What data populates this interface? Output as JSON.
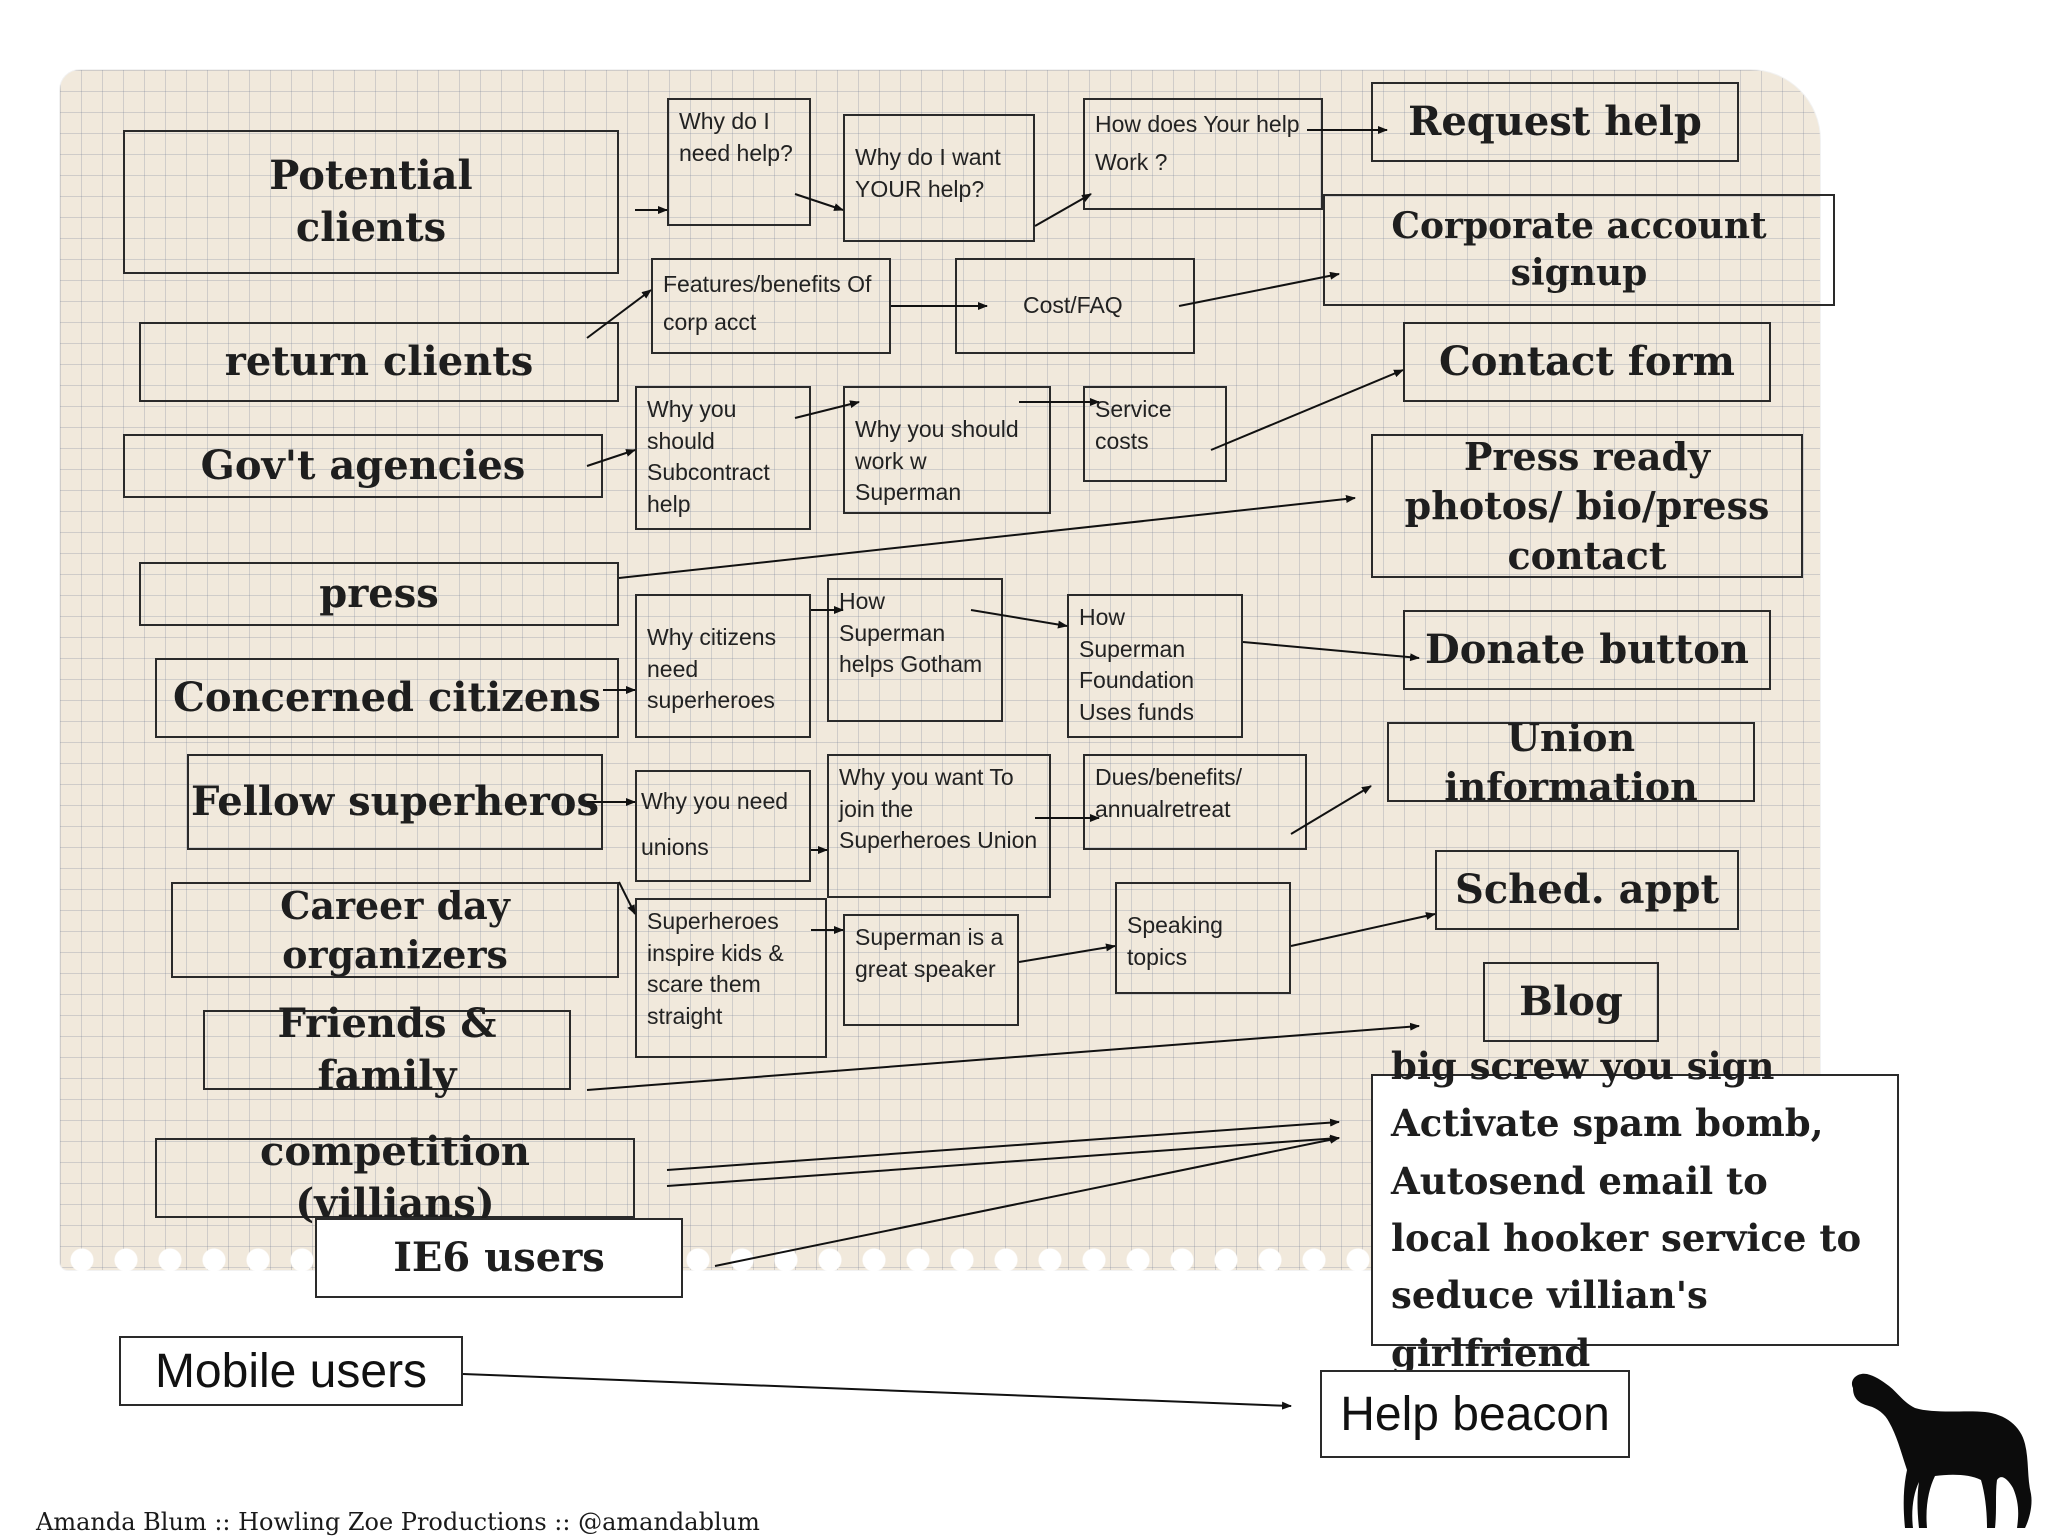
{
  "audiences": {
    "potential_clients": "Potential clients",
    "return_clients": "return clients",
    "govt_agencies": "Gov't agencies",
    "press": "press",
    "concerned_citizens": "Concerned citizens",
    "fellow_superheros": "Fellow superheros",
    "career_day_organizers": "Career day organizers",
    "friends_family": "Friends & family",
    "competition": "competition (villians)",
    "ie6_users": "IE6 users",
    "mobile_users": "Mobile users"
  },
  "steps": {
    "why_need_help": "Why do I need help?",
    "why_your_help": "Why do I want YOUR help?",
    "how_help_works": "How does Your help Work ?",
    "features_corp": "Features/benefits Of corp acct",
    "cost_faq": "Cost/FAQ",
    "why_subcontract": "Why you should Subcontract help",
    "why_work_superman": "Why you should work w Superman",
    "service_costs": "Service costs",
    "why_citizens": "Why citizens need superheroes",
    "how_superman_helps": "How Superman helps Gotham",
    "how_foundation": "How Superman Foundation Uses funds",
    "why_unions": "Why you need unions",
    "why_join_union": "Why you want To join the Superheroes Union",
    "dues_benefits": "Dues/benefits/ annualretreat",
    "superheroes_inspire": "Superheroes inspire kids & scare them straight",
    "superman_speaker": "Superman is a great speaker",
    "speaking_topics": "Speaking topics"
  },
  "goals": {
    "request_help": "Request help",
    "corporate_signup": "Corporate account signup",
    "contact_form": "Contact form",
    "press_photos": "Press ready photos/ bio/press contact",
    "donate_button": "Donate button",
    "union_information": "Union information",
    "sched_appt": "Sched. appt",
    "blog": "Blog",
    "screw_you": "big screw you sign Activate spam bomb, Autosend email to local hooker service to seduce villian's girlfriend",
    "help_beacon": "Help beacon"
  },
  "footer": "Amanda Blum :: Howling Zoe Productions :: @amandablum"
}
